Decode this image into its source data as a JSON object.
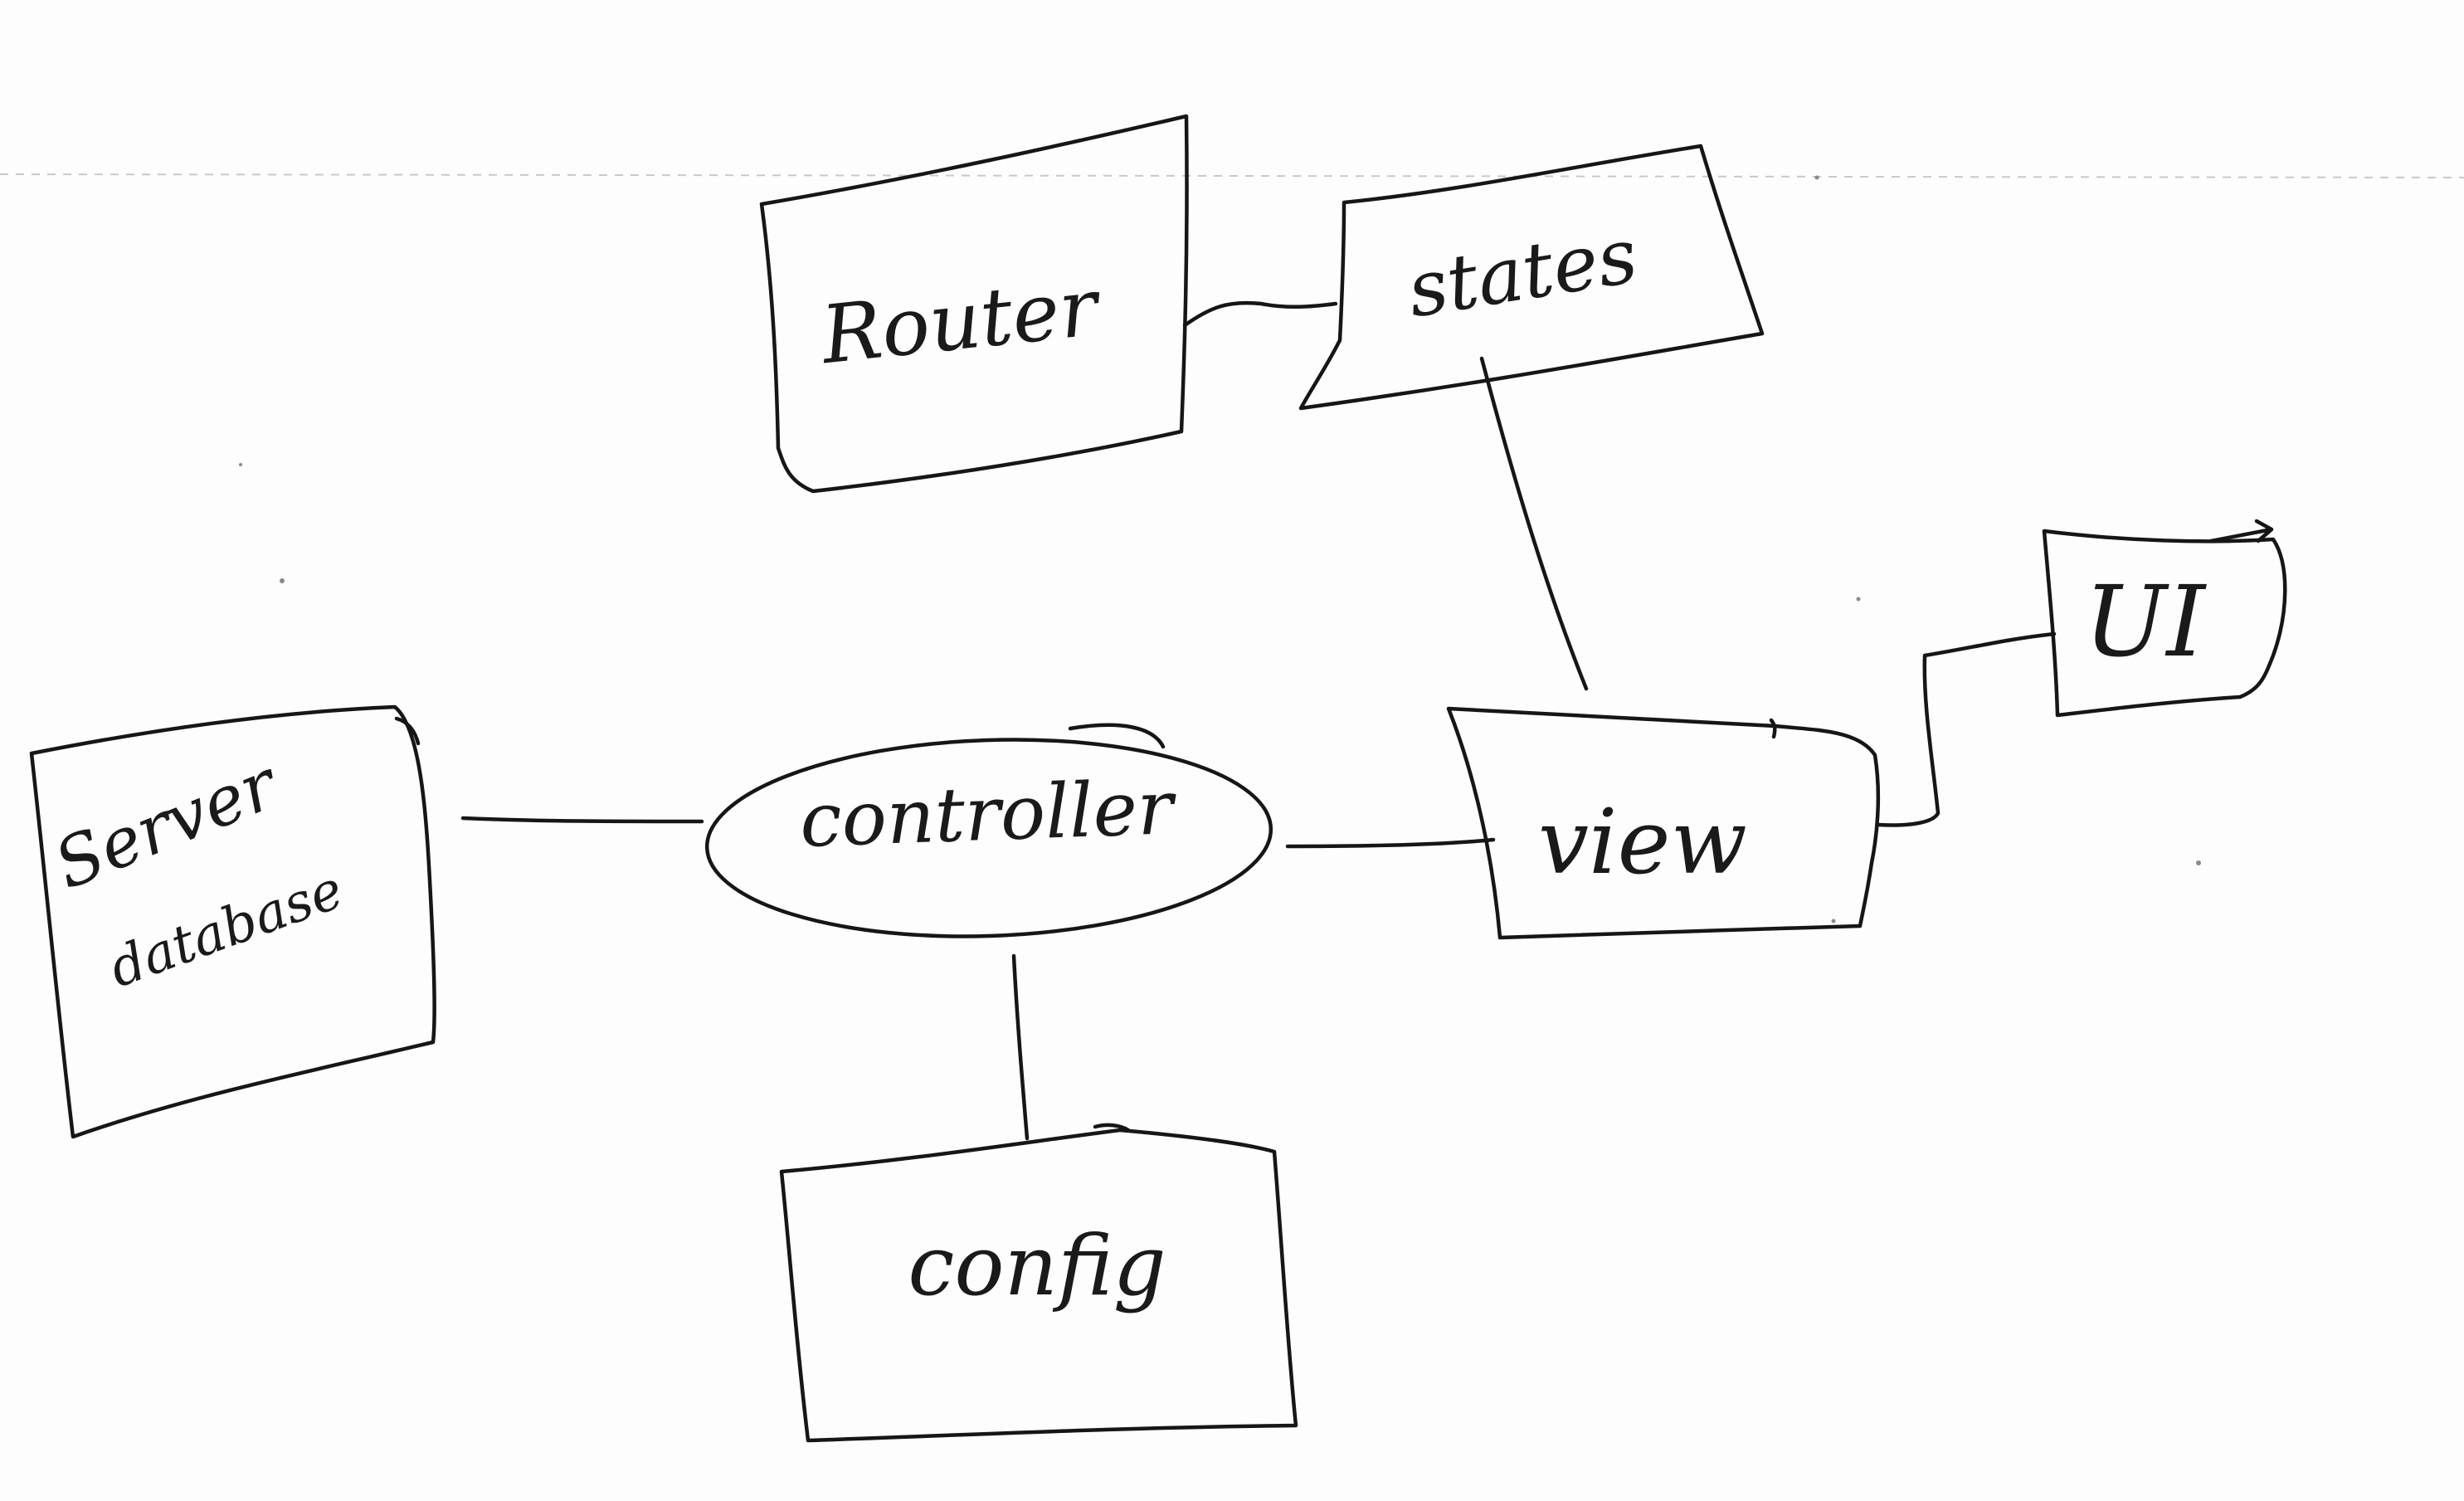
{
  "diagram": {
    "ink_color": "#161616",
    "nodes": [
      {
        "id": "router",
        "label": "Router",
        "shape": "box"
      },
      {
        "id": "states",
        "label": "states",
        "shape": "parallelogram"
      },
      {
        "id": "ui",
        "label": "UI",
        "shape": "box"
      },
      {
        "id": "server",
        "label": "Server",
        "shape": "box"
      },
      {
        "id": "database",
        "label": "database",
        "shape": "box-subtext"
      },
      {
        "id": "controller",
        "label": "controller",
        "shape": "ellipse"
      },
      {
        "id": "view",
        "label": "view",
        "shape": "box"
      },
      {
        "id": "config",
        "label": "config",
        "shape": "box"
      }
    ],
    "edges": [
      {
        "from": "router",
        "to": "states"
      },
      {
        "from": "states",
        "to": "view"
      },
      {
        "from": "view",
        "to": "ui"
      },
      {
        "from": "server",
        "to": "controller"
      },
      {
        "from": "controller",
        "to": "view"
      },
      {
        "from": "controller",
        "to": "config"
      }
    ]
  }
}
